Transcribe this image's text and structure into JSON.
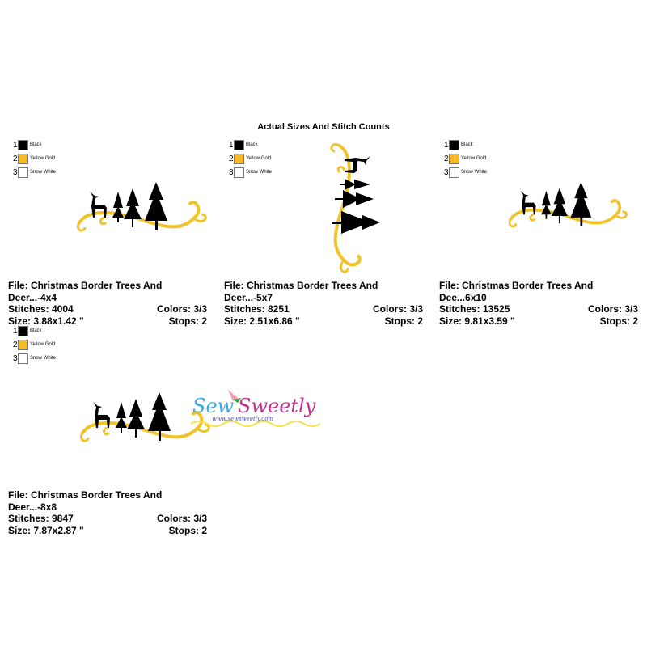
{
  "title": "Actual Sizes And Stitch Counts",
  "colors": [
    {
      "num": "1",
      "name": "Black",
      "hex": "#000000"
    },
    {
      "num": "2",
      "name": "Yellow Gold",
      "hex": "#F7B82A"
    },
    {
      "num": "3",
      "name": "Snow White",
      "hex": "#FFFFFF"
    }
  ],
  "designs": [
    {
      "file": "File: Christmas Border Trees And Deer...-4x4",
      "stitches": "Stitches: 4004",
      "colors": "Colors: 3/3",
      "size": "Size: 3.88x1.42 \"",
      "stops": "Stops: 2"
    },
    {
      "file": "File: Christmas Border Trees And Deer...-5x7",
      "stitches": "Stitches: 8251",
      "colors": "Colors: 3/3",
      "size": "Size: 2.51x6.86 \"",
      "stops": "Stops: 2"
    },
    {
      "file": "File: Christmas Border Trees And Dee...6x10",
      "stitches": "Stitches: 13525",
      "colors": "Colors: 3/3",
      "size": "Size: 9.81x3.59 \"",
      "stops": "Stops: 2"
    },
    {
      "file": "File: Christmas Border Trees And Deer...-8x8",
      "stitches": "Stitches: 9847",
      "colors": "Colors: 3/3",
      "size": "Size: 7.87x2.87 \"",
      "stops": "Stops: 2"
    }
  ],
  "logo": {
    "brand": "Sew Sweetly",
    "url": "www.sewsweetly.com"
  }
}
